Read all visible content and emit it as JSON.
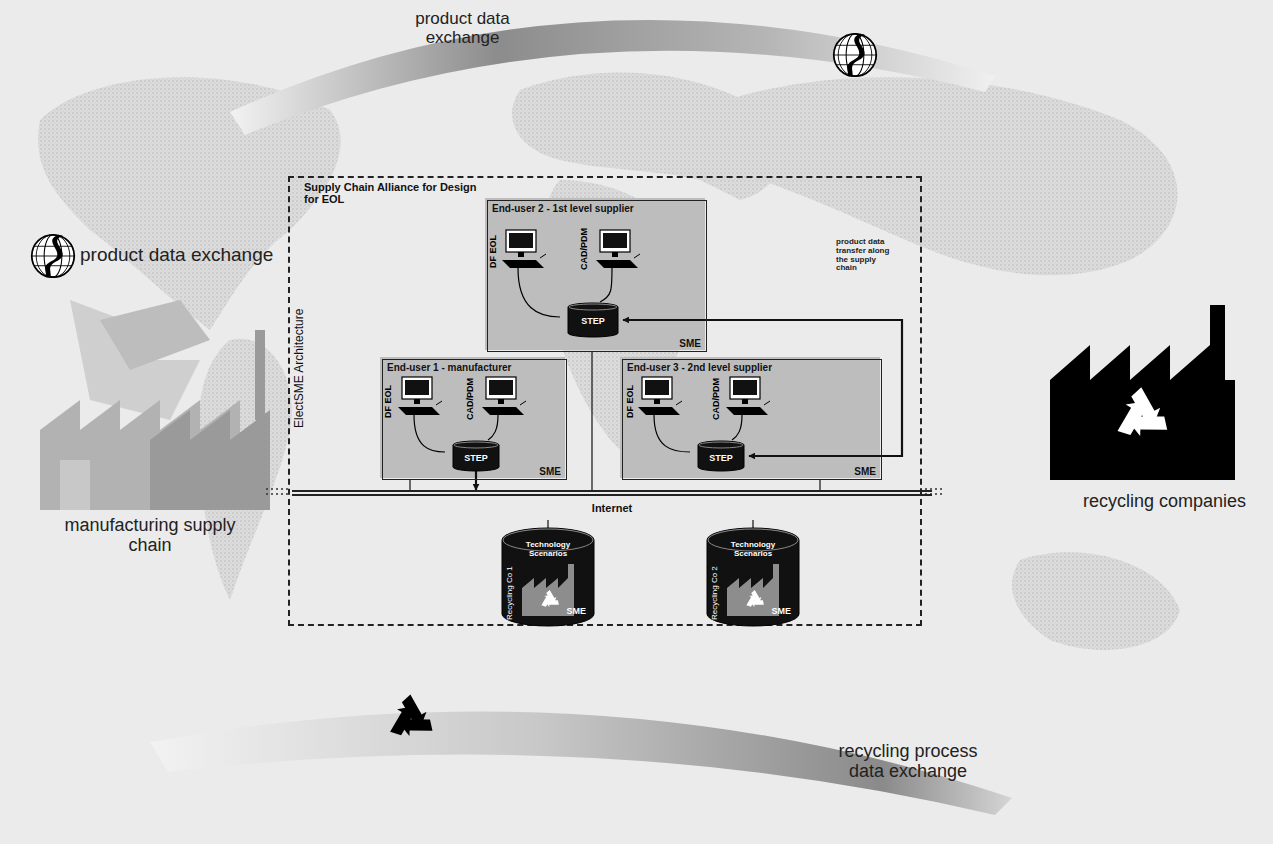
{
  "diagram": {
    "nodes": [
      {
        "text": [
          "ElectSME Architecture",
          "Supply Chain Alliance for Design for EOL"
        ]
      },
      {
        "text": [
          "End-user 2 - 1st level supplier",
          "SME"
        ],
        "in": 0
      },
      {
        "text": [
          "STEP"
        ],
        "in": 1
      },
      {
        "text": [
          "End-user 1 - manufacturer",
          "SME"
        ],
        "in": 0
      },
      {
        "text": [
          "STEP"
        ],
        "in": 3
      },
      {
        "text": [
          "End-user 3 - 2nd level supplier",
          "SME"
        ],
        "in": 0
      },
      {
        "text": [
          "STEP"
        ],
        "in": 5
      },
      {
        "text": [
          "Internet"
        ],
        "in": 0
      },
      {
        "text": [
          "Technology Scenarios",
          "Recycling Co 1",
          "SME"
        ],
        "in": 0
      },
      {
        "text": [
          "Technology Scenarios",
          "Recycling Co 2",
          "SME"
        ],
        "in": 0
      }
    ],
    "edges": [
      {
        "from": 1,
        "to": 7,
        "arrow": "none"
      },
      {
        "from": 3,
        "to": 7,
        "arrow": "none"
      },
      {
        "from": 5,
        "to": 7,
        "arrow": "none"
      },
      {
        "from": 8,
        "to": 7,
        "arrow": "none"
      },
      {
        "from": 9,
        "to": 7,
        "arrow": "none"
      },
      {
        "from": 2,
        "to": 6,
        "arrow": "both"
      },
      {
        "from": 4,
        "to": 7,
        "arrow": "to"
      }
    ],
    "labels": [
      "product data exchange",
      "product data exchange",
      "manufacturing supply chain",
      "recycling companies",
      "recycling process data exchange",
      "product data transfer along the supply chain",
      "DF EOL",
      "CAD/PDM",
      "DF EOL",
      "CAD/PDM",
      "DF EOL",
      "CAD/PDM"
    ]
  }
}
